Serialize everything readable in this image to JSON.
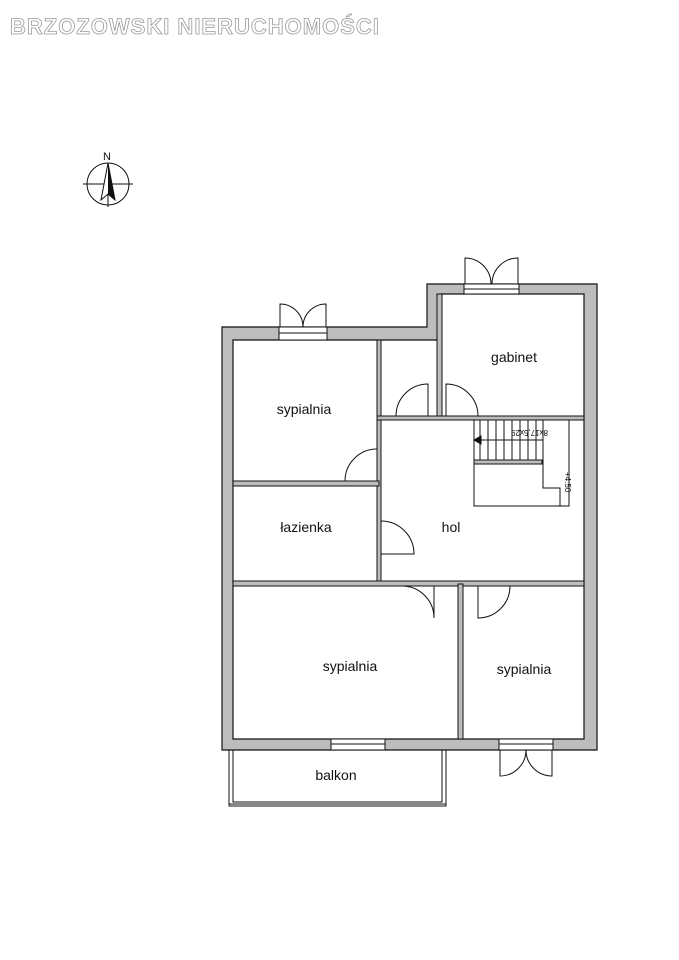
{
  "watermark": "BRZOZOWSKI NIERUCHOMOŚCI",
  "compass": {
    "north_label": "N"
  },
  "rooms": {
    "gabinet": "gabinet",
    "bedroom_top_left": "sypialnia",
    "hall": "hol",
    "bathroom": "łazienka",
    "bedroom_bottom_left": "sypialnia",
    "bedroom_bottom_right": "sypialnia",
    "balcony": "balkon"
  },
  "stairs": {
    "steps_label": "8x17,5x29",
    "height_label": "+4.50"
  },
  "colors": {
    "wall_fill": "#bdbdbd",
    "line": "#111111",
    "watermark_stroke": "#9a9a9a"
  }
}
